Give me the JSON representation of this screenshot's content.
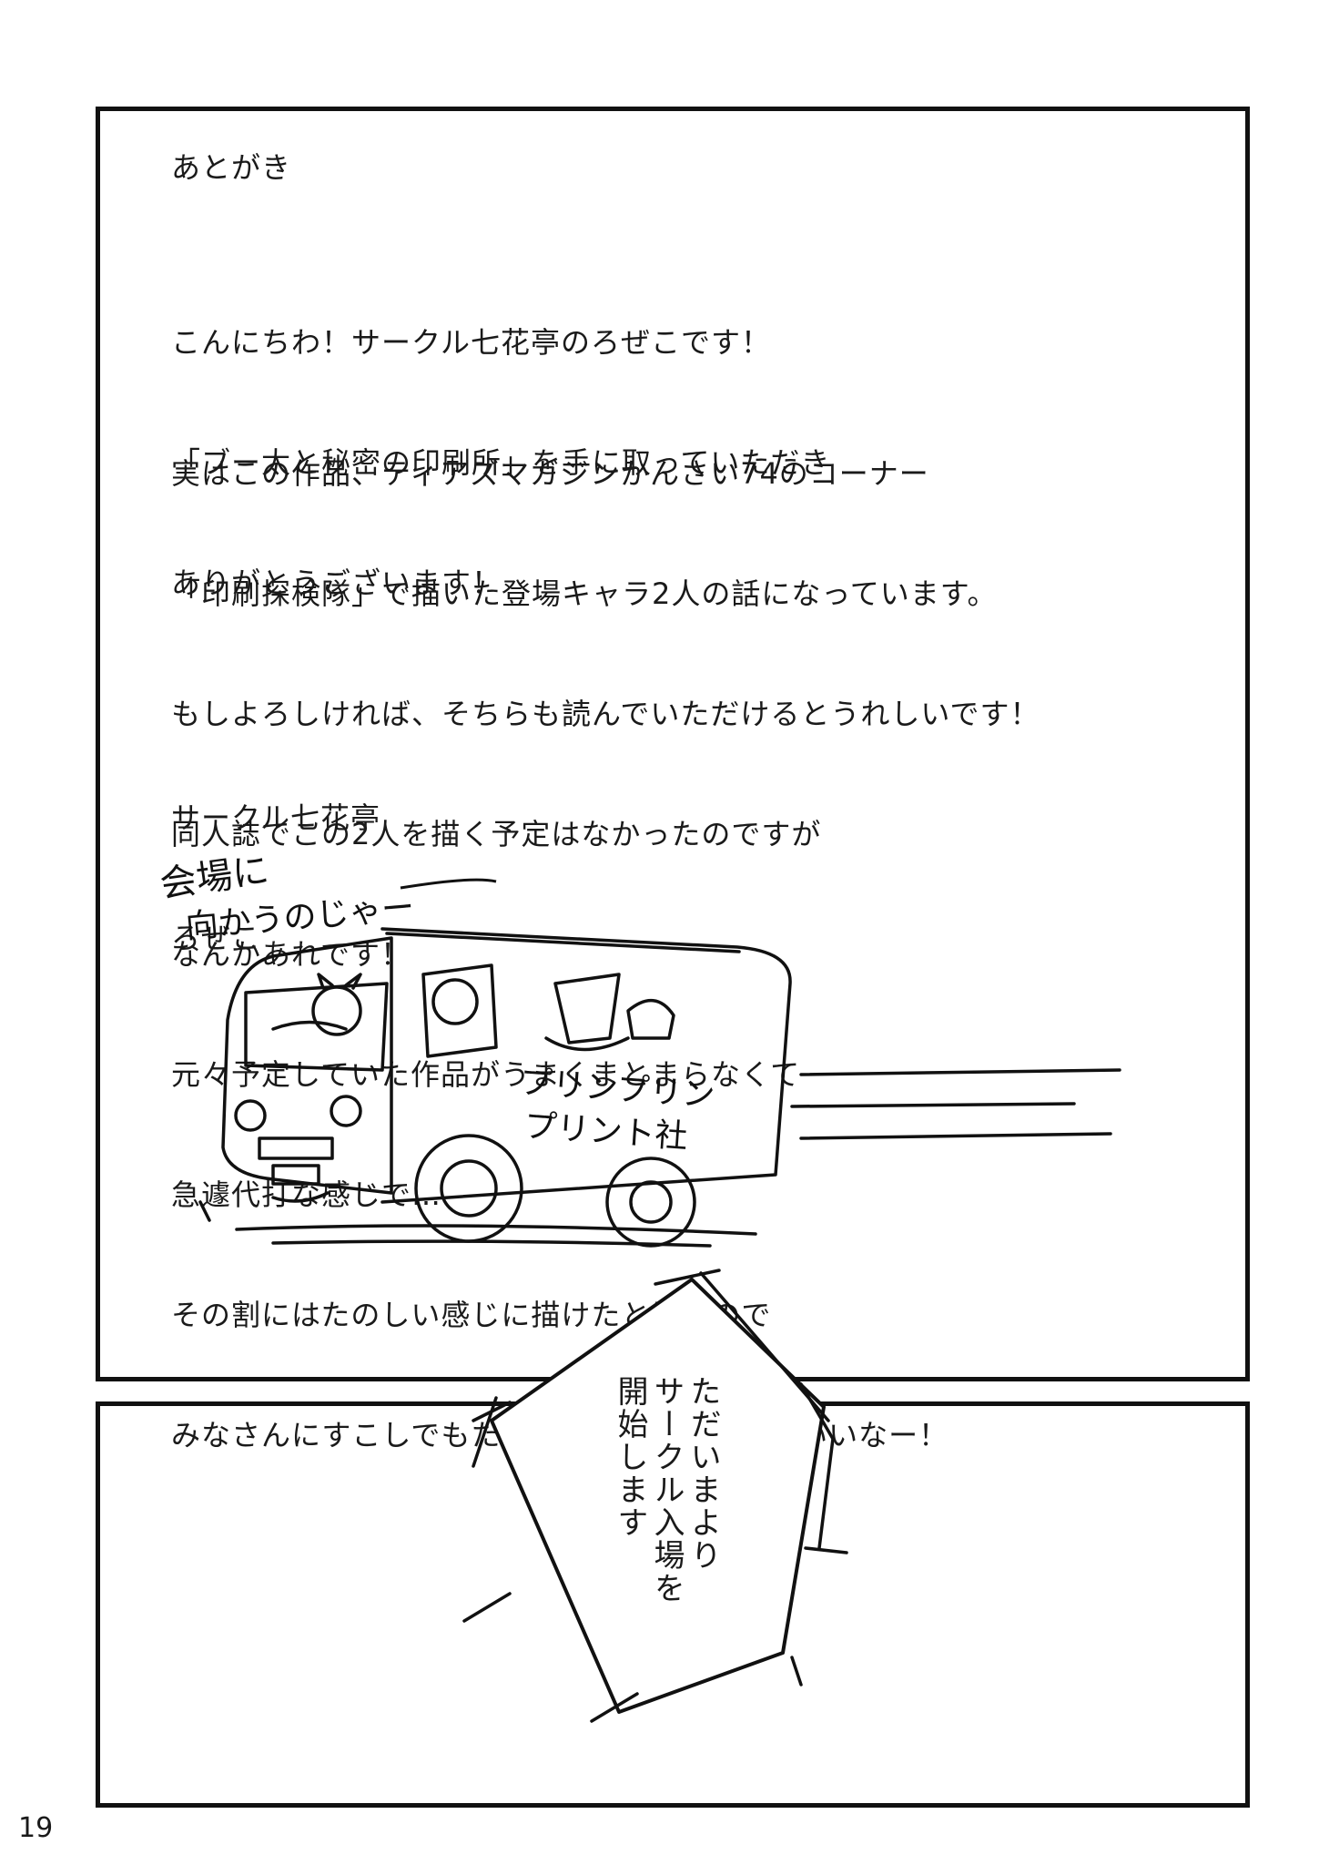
{
  "afterword": {
    "title": "あとがき",
    "greeting": [
      "こんにちわ！サークル七花亭のろぜこです！",
      "「ブー太と秘密の印刷所」を手に取っていただき",
      "ありがとうございます！"
    ],
    "body": [
      "実はこの作品、ティアズマガジンかんさい74のコーナー",
      "「印刷探検隊」で描いた登場キャラ2人の話になっています。",
      "もしよろしければ、そちらも読んでいただけるとうれしいです！",
      "同人誌でこの2人を描く予定はなかったのですが",
      "なんかあれです！",
      "元々予定していた作品がうまくまとまらなくて",
      "急遽代打な感じで…",
      "その割にはたのしい感じに描けたと思うので",
      "みなさんにすこしでもたのしんでもらえてたらいいなー！"
    ],
    "signature": [
      "サークル七花亭",
      "ろぜこ"
    ]
  },
  "illustration": {
    "caption_line1": "会場に",
    "caption_line2": "向かうのじゃー",
    "truck_text_line1": "プリンプリン",
    "truck_text_line2": "プリント社"
  },
  "speech_bubble": {
    "lines": [
      "ただいまより",
      "サークル入場を",
      "開始します"
    ]
  },
  "page_number": "19"
}
